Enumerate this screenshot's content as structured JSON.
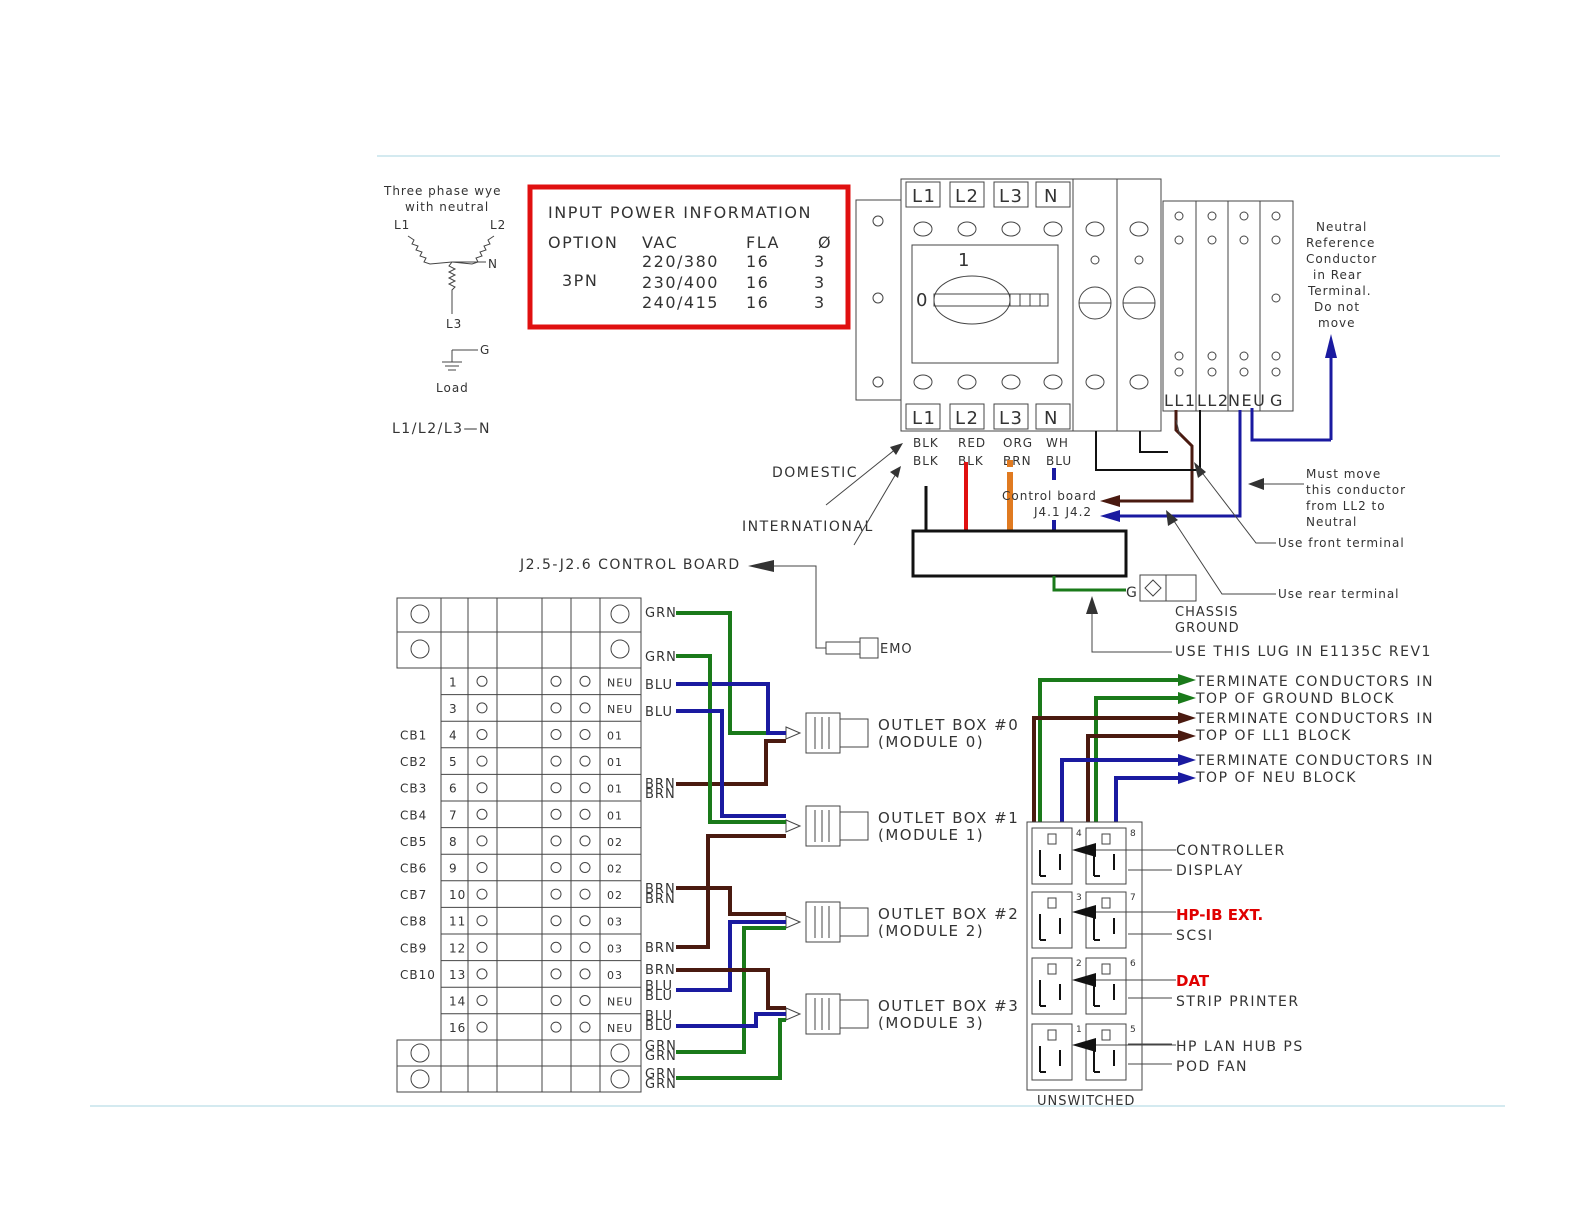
{
  "wye": {
    "title_line1": "Three phase wye",
    "title_line2": "with neutral",
    "l1": "L1",
    "l2": "L2",
    "l3": "L3",
    "n": "N",
    "g": "G",
    "load": "Load",
    "caption": "L1/L2/L3—N"
  },
  "input_power": {
    "title": "INPUT POWER INFORMATION",
    "headers": [
      "OPTION",
      "VAC",
      "FLA",
      "Ø"
    ],
    "option": "3PN",
    "rows": [
      {
        "vac": "220/380",
        "fla": "16",
        "phase": "3"
      },
      {
        "vac": "230/400",
        "fla": "16",
        "phase": "3"
      },
      {
        "vac": "240/415",
        "fla": "16",
        "phase": "3"
      }
    ]
  },
  "breaker": {
    "top_terminals": [
      "L1",
      "L2",
      "L3",
      "N"
    ],
    "bottom_terminals": [
      "L1",
      "L2",
      "L3",
      "N"
    ],
    "switch_on": "1",
    "switch_off": "0",
    "right_terminals": [
      "LL1",
      "LL2",
      "NEU",
      "G"
    ],
    "wire_colors_domestic": [
      "BLK",
      "RED",
      "ORG",
      "WH"
    ],
    "wire_colors_international": [
      "BLK",
      "BLK",
      "BRN",
      "BLU"
    ]
  },
  "labels": {
    "domestic": "DOMESTIC",
    "international": "INTERNATIONAL",
    "neutral_ref": [
      "Neutral",
      "Reference",
      "Conductor",
      "in Rear",
      "Terminal.",
      "Do not",
      "move"
    ],
    "must_move": [
      "Must move",
      "this conductor",
      "from LL2 to",
      "Neutral"
    ],
    "use_front": "Use front terminal",
    "use_rear": "Use rear terminal",
    "control_board_l1": "Control board",
    "control_board_l2": "J4.1  J4.2",
    "j25": "J2.5-J2.6 CONTROL BOARD",
    "emo": "EMO",
    "g": "G",
    "chassis_ground_l1": "CHASSIS",
    "chassis_ground_l2": "GROUND",
    "use_lug": "USE THIS LUG IN E1135C REV1",
    "terminate": [
      "TERMINATE CONDUCTORS IN",
      "TOP OF GROUND BLOCK",
      "TERMINATE CONDUCTORS IN",
      "TOP OF LL1 BLOCK",
      "TERMINATE CONDUCTORS IN",
      "TOP OF NEU BLOCK"
    ],
    "unswitched": "UNSWITCHED"
  },
  "terminal_block": {
    "rows": [
      {
        "cb": "",
        "num": "1",
        "ph": "NEU",
        "wire": "BLU"
      },
      {
        "cb": "",
        "num": "3",
        "ph": "NEU",
        "wire": "BLU"
      },
      {
        "cb": "CB1",
        "num": "4",
        "ph": "01",
        "wire": ""
      },
      {
        "cb": "CB2",
        "num": "5",
        "ph": "01",
        "wire": ""
      },
      {
        "cb": "CB3",
        "num": "6",
        "ph": "01",
        "wire": "BRN"
      },
      {
        "cb": "CB4",
        "num": "7",
        "ph": "01",
        "wire": ""
      },
      {
        "cb": "CB5",
        "num": "8",
        "ph": "02",
        "wire": ""
      },
      {
        "cb": "CB6",
        "num": "9",
        "ph": "02",
        "wire": ""
      },
      {
        "cb": "CB7",
        "num": "10",
        "ph": "02",
        "wire": "BRN"
      },
      {
        "cb": "CB8",
        "num": "11",
        "ph": "03",
        "wire": ""
      },
      {
        "cb": "CB9",
        "num": "12",
        "ph": "03",
        "wire": "BRN"
      },
      {
        "cb": "CB10",
        "num": "13",
        "ph": "03",
        "wire": "BRN"
      },
      {
        "cb": "",
        "num": "14",
        "ph": "NEU",
        "wire": "BLU"
      },
      {
        "cb": "",
        "num": "16",
        "ph": "NEU",
        "wire": "BLU"
      }
    ],
    "grn": "GRN",
    "brn": "BRN",
    "blu": "BLU"
  },
  "outlet_boxes": [
    {
      "name": "OUTLET BOX #0",
      "module": "(MODULE 0)"
    },
    {
      "name": "OUTLET BOX #1",
      "module": "(MODULE 1)"
    },
    {
      "name": "OUTLET BOX #2",
      "module": "(MODULE 2)"
    },
    {
      "name": "OUTLET BOX #3",
      "module": "(MODULE 3)"
    }
  ],
  "outlet_labels": [
    {
      "text": "CONTROLLER",
      "red": false
    },
    {
      "text": "DISPLAY",
      "red": false
    },
    {
      "text": "HP-IB EXT.",
      "red": true
    },
    {
      "text": "SCSI",
      "red": false
    },
    {
      "text": "DAT",
      "red": true
    },
    {
      "text": "STRIP PRINTER",
      "red": false
    },
    {
      "text": "HP LAN HUB PS",
      "red": false
    },
    {
      "text": "POD FAN",
      "red": false
    }
  ],
  "outlet_numbers": [
    "4",
    "8",
    "3",
    "7",
    "2",
    "6",
    "1",
    "5"
  ],
  "colors": {
    "green": "#1a7a1a",
    "brown": "#4a1a10",
    "blue": "#1a1aa0",
    "red_box": "#e01010",
    "orange": "#e07a20",
    "red_wire": "#e01010",
    "rule": "#a8d4e0"
  }
}
